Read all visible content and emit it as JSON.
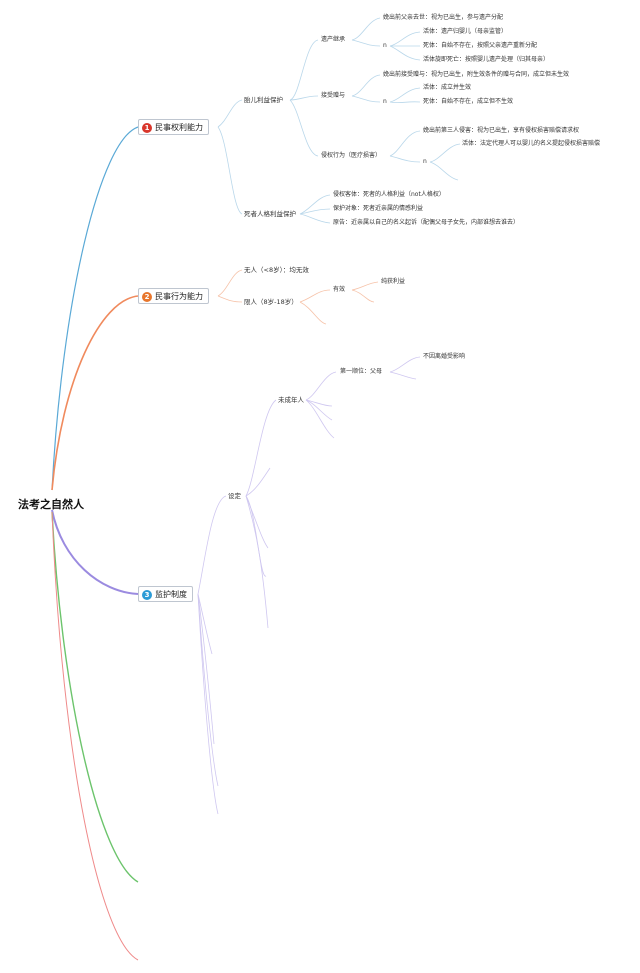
{
  "root": "法考之自然人",
  "colors": {
    "branch1": "#5aa9d6",
    "branch2": "#f08a5d",
    "branch3": "#9b8be0",
    "branch4": "#6cc46c",
    "branch5": "#ef8a8a",
    "badge1": "#d9362b",
    "badge2": "#e8762c",
    "badge3": "#2b9bd6"
  },
  "topics": [
    {
      "num": "1",
      "label": "民事权利能力"
    },
    {
      "num": "2",
      "label": "民事行为能力"
    },
    {
      "num": "3",
      "label": "监护制度"
    }
  ],
  "t1": {
    "fetus": "胎儿利益保护",
    "inherit": "遗产继承",
    "inherit_a": "娩出前父亲去世：视为已出生，参与遗产分配",
    "n_label": "n",
    "inherit_b1": "活体：遗产归婴儿（母亲监管）",
    "inherit_b2": "死体：自始不存在，按照父亲遗产重新分配",
    "inherit_b3": "活体旋即死亡：按照婴儿遗产处理（归其母亲）",
    "gift": "接受赠与",
    "gift_a": "娩出前接受赠与：视为已出生，附生效条件的赠与合同，成立但未生效",
    "gift_b1": "活体：成立并生效",
    "gift_b2": "死体：自始不存在，成立但不生效",
    "tort": "侵权行为（医疗损害）",
    "tort_a": "娩出前第三人侵害：视为已出生，享有侵权损害赔偿请求权",
    "tort_b1": "活体：法定代理人可以婴儿的名义提起侵权损害赔偿",
    "dead": "死者人格利益保护",
    "dead_a": "侵权客体：死者的人格利益（not人格权）",
    "dead_b": "保护对象：死者近亲属的情感利益",
    "dead_c": "原告：近亲属以自己的名义起诉（配偶父母子女先，内部谁想去谁去）"
  },
  "t2": {
    "none": "无人（<8岁）：均无效",
    "limited": "限人（8岁-18岁）",
    "valid": "有效",
    "pure": "纯获利益"
  },
  "t3": {
    "setup": "设定",
    "minor": "未成年人",
    "first": "第一顺位：父母",
    "noeffect": "不因离婚受影响"
  }
}
